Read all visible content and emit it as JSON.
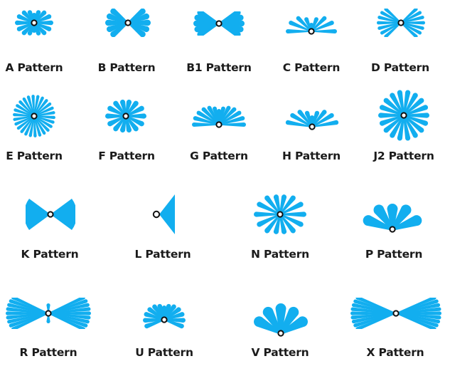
{
  "colors": {
    "spray": "#12AEEF",
    "hub_stroke": "#111111",
    "text": "#1b1b1b"
  },
  "patterns": [
    {
      "id": "a",
      "label": "A Pattern",
      "icon": "full-spray-icon"
    },
    {
      "id": "b",
      "label": "B Pattern",
      "icon": "two-lobe-spray-icon"
    },
    {
      "id": "b1",
      "label": "B1 Pattern",
      "icon": "narrow-two-lobe-spray-icon"
    },
    {
      "id": "c",
      "label": "C Pattern",
      "icon": "fan-spray-icon"
    },
    {
      "id": "d",
      "label": "D Pattern",
      "icon": "fine-two-lobe-spray-icon"
    },
    {
      "id": "e",
      "label": "E Pattern",
      "icon": "dense-full-spray-icon"
    },
    {
      "id": "f",
      "label": "F Pattern",
      "icon": "full-spray-icon"
    },
    {
      "id": "g",
      "label": "G Pattern",
      "icon": "half-spray-icon"
    },
    {
      "id": "h",
      "label": "H Pattern",
      "icon": "shallow-fan-spray-icon"
    },
    {
      "id": "j2",
      "label": "J2 Pattern",
      "icon": "full-spray-icon"
    },
    {
      "id": "k",
      "label": "K Pattern",
      "icon": "bowtie-spray-icon"
    },
    {
      "id": "l",
      "label": "L Pattern",
      "icon": "one-side-wedge-spray-icon"
    },
    {
      "id": "n",
      "label": "N Pattern",
      "icon": "full-spray-icon"
    },
    {
      "id": "p",
      "label": "P Pattern",
      "icon": "upward-fan-spray-icon"
    },
    {
      "id": "r",
      "label": "R Pattern",
      "icon": "wide-flat-spray-icon"
    },
    {
      "id": "u",
      "label": "U Pattern",
      "icon": "upper-spray-icon"
    },
    {
      "id": "v",
      "label": "V Pattern",
      "icon": "upward-fan-spray-icon"
    },
    {
      "id": "x",
      "label": "X Pattern",
      "icon": "wide-flat-spray-icon"
    }
  ]
}
